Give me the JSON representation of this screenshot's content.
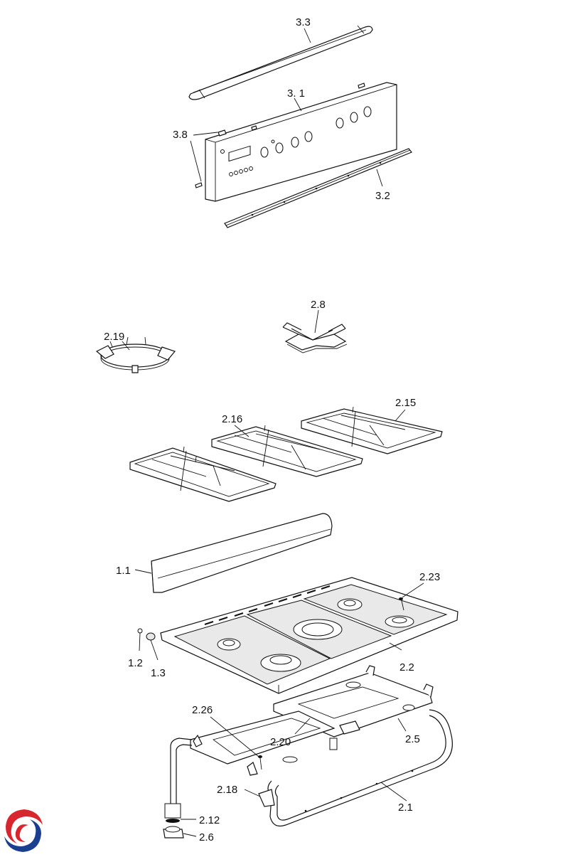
{
  "diagram": {
    "labels": {
      "p3_3": "3.3",
      "p3_1": "3. 1",
      "p3_8": "3.8",
      "p3_2": "3.2",
      "p2_8": "2.8",
      "p2_19": "2.19",
      "p2_16": "2.16",
      "p2_15": "2.15",
      "p1_1": "1.1",
      "p2_23": "2.23",
      "p1_2": "1.2",
      "p1_3": "1.3",
      "p2_2": "2.2",
      "p2_26": "2.26",
      "p2_20": "2.20",
      "p2_5": "2.5",
      "p2_18": "2.18",
      "p2_1": "2.1",
      "p2_12": "2.12",
      "p2_6": "2.6"
    },
    "logo": {
      "colors": {
        "red": "#d7262e",
        "blue": "#1b3f8f"
      }
    }
  }
}
